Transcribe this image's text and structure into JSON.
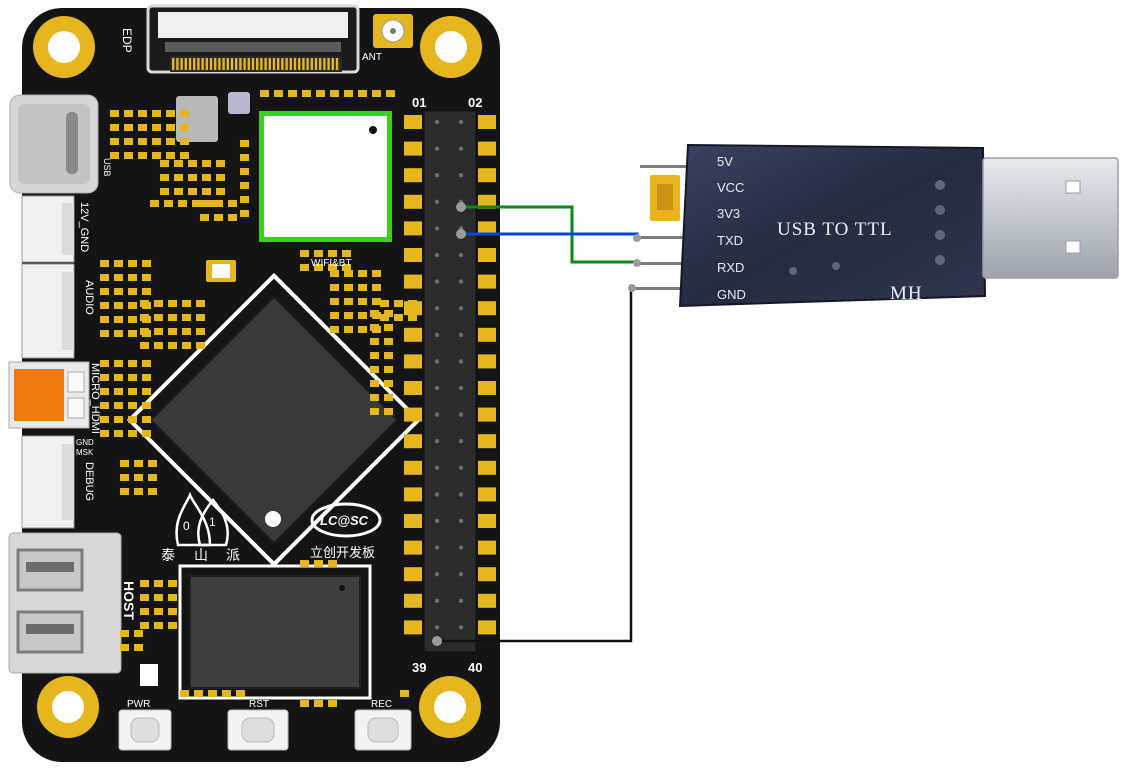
{
  "board": {
    "connector_labels": {
      "edp": "EDP",
      "ant": "ANT",
      "usb": "USB",
      "power": "12V_GND",
      "audio": "AUDIO",
      "hdmi": "MICRO_HDMI",
      "gnd": "GND",
      "msk": "MSK",
      "debug": "DEBUG",
      "host": "HOST",
      "wifi": "WIFI&BT"
    },
    "buttons": {
      "pwr": "PWR",
      "rst": "RST",
      "rec": "REC"
    },
    "header_pins": {
      "top_left": "01",
      "top_right": "02",
      "bottom_left": "39",
      "bottom_right": "40"
    },
    "logo": {
      "lcsc": "LC@SC",
      "brand_cn": "立创开发板",
      "taishan": [
        "泰",
        "山",
        "派"
      ],
      "digits": [
        "0",
        "1"
      ]
    },
    "colors": {
      "pcb": "#141414",
      "pad_gold": "#e6b61f",
      "wifi_outline": "#39d11a",
      "hdmi_orange": "#f07a10"
    }
  },
  "usb_ttl": {
    "title": "USB TO TTL",
    "brand": "MH",
    "pins": [
      "5V",
      "VCC",
      "3V3",
      "TXD",
      "RXD",
      "GND"
    ],
    "colors": {
      "body": "#23283a",
      "jumper": "#e9b21e",
      "plug": "#c9cdd3"
    }
  },
  "wires": [
    {
      "from": "header-pin-8",
      "to": "RXD",
      "color": "#0a8a1a"
    },
    {
      "from": "header-pin-10",
      "to": "TXD",
      "color": "#0a46d0"
    },
    {
      "from": "header-pin-39",
      "to": "GND",
      "color": "#111111"
    }
  ]
}
